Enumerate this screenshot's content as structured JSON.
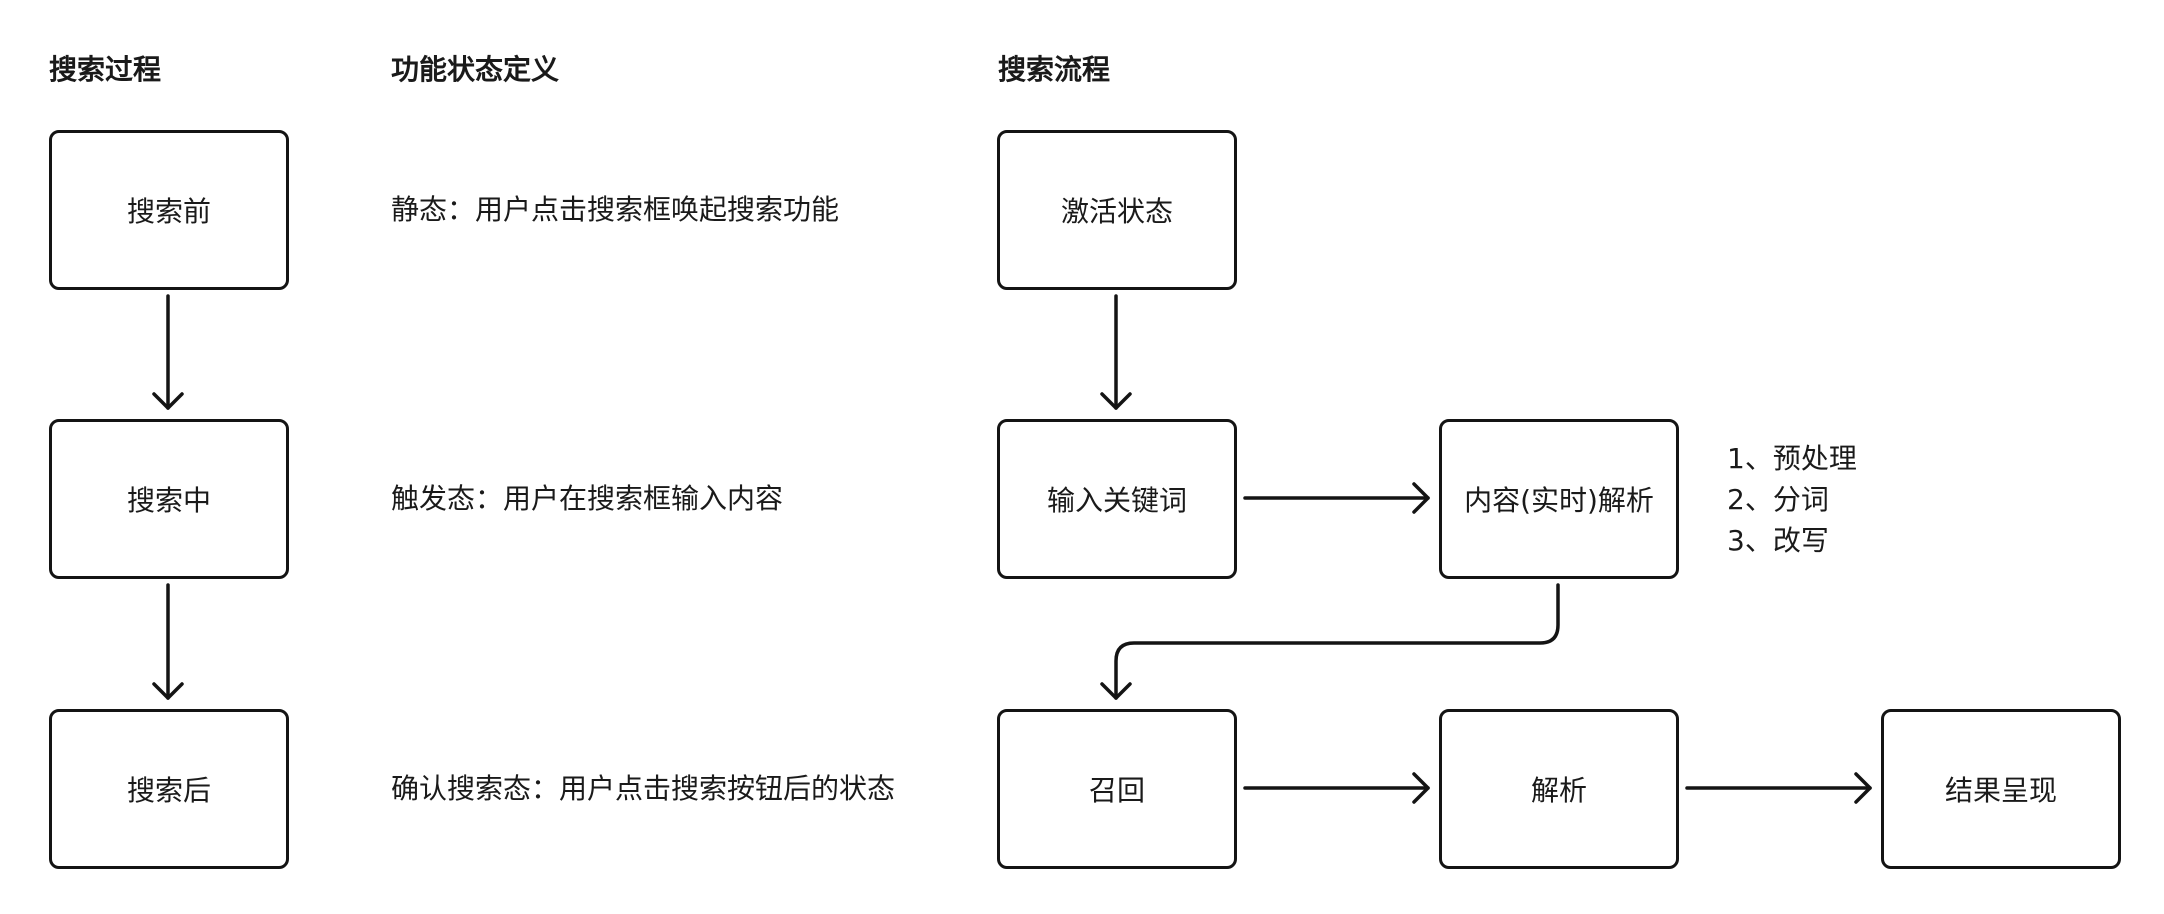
{
  "headings": {
    "process": "搜索过程",
    "definition": "功能状态定义",
    "flow": "搜索流程"
  },
  "process_steps": [
    "搜索前",
    "搜索中",
    "搜索后"
  ],
  "definitions": [
    "静态：用户点击搜索框唤起搜索功能",
    "触发态：用户在搜索框输入内容",
    "确认搜索态：用户点击搜索按钮后的状态"
  ],
  "flow_nodes": {
    "activate": "激活状态",
    "input_keyword": "输入关键词",
    "parse_realtime": "内容(实时)解析",
    "recall": "召回",
    "parse": "解析",
    "result": "结果呈现"
  },
  "parse_notes": [
    "1、预处理",
    "2、分词",
    "3、改写"
  ],
  "colors": {
    "stroke": "#141414",
    "text": "#1a1a1a",
    "background": "#ffffff"
  }
}
